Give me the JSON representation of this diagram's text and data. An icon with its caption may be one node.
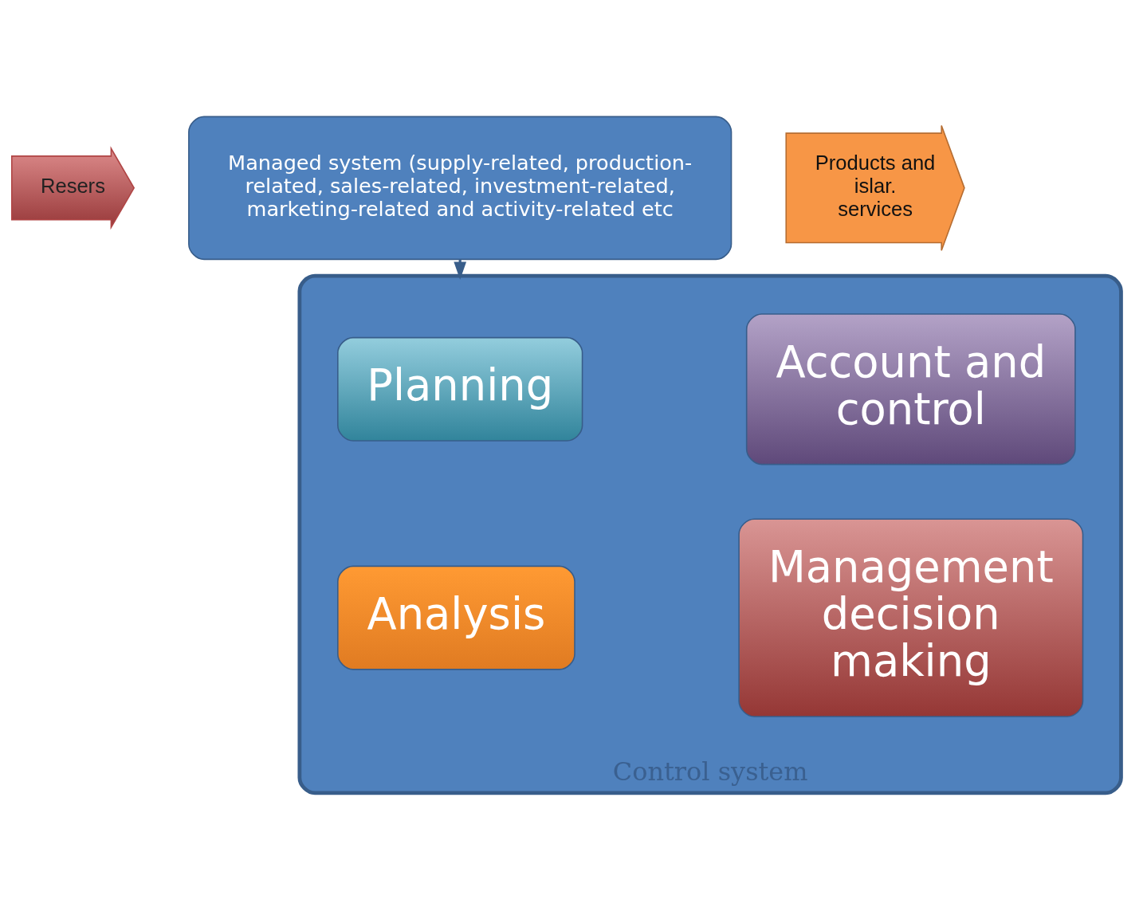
{
  "diagram": {
    "nodes": [
      {
        "text": [
          "Resers"
        ]
      },
      {
        "text": [
          "Managed system (supply-related, production-related, sales-related, investment-related, marketing-related and activity-related etc"
        ]
      },
      {
        "text": [
          "Products and islar. services"
        ]
      },
      {
        "text": [
          "Control system"
        ]
      },
      {
        "text": [
          "Planning"
        ],
        "in": 3
      },
      {
        "text": [
          "Account and control"
        ],
        "in": 3
      },
      {
        "text": [
          "Analysis"
        ],
        "in": 3
      },
      {
        "text": [
          "Management decision making"
        ],
        "in": 3
      }
    ],
    "edges": [
      {
        "from": 1,
        "to": 3,
        "arrow": "to"
      }
    ]
  }
}
